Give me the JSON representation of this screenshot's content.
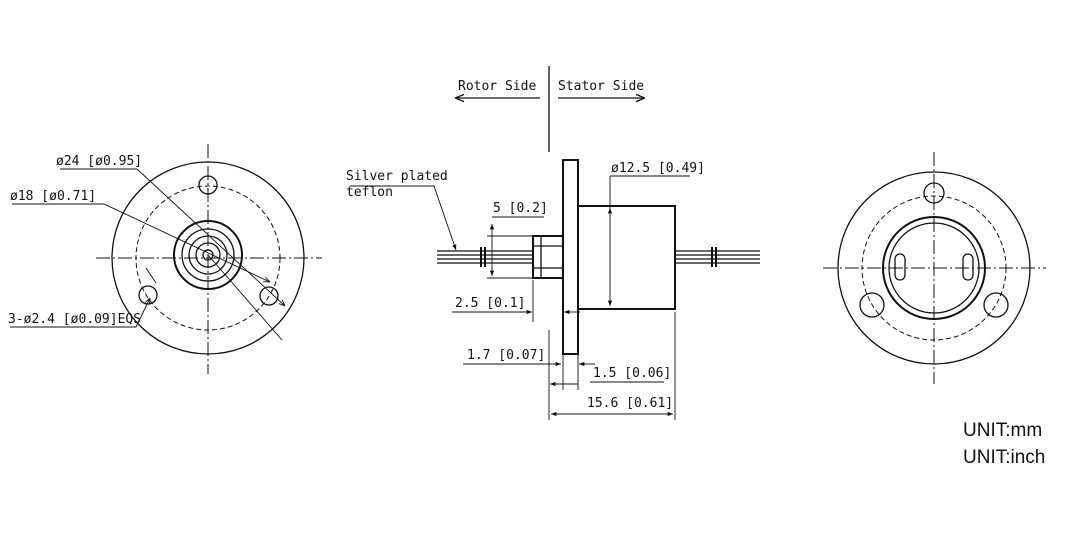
{
  "front_view": {
    "outer_diameter_label": "ø24 [ø0.95]",
    "bolt_circle_label": "ø18 [ø0.71]",
    "holes_label": "3-ø2.4 [ø0.09]EQS"
  },
  "side_view": {
    "rotor_side": "Rotor Side",
    "stator_side": "Stator Side",
    "wire_note_line1": "Silver plated",
    "wire_note_line2": "teflon",
    "body_diameter_label": "ø12.5 [0.49]",
    "shaft_length_label": "5 [0.2]",
    "flange_offset_label": "2.5 [0.1]",
    "flange_thickness_label": "1.7 [0.07]",
    "gap_label": "1.5 [0.06]",
    "total_length_label": "15.6 [0.61]"
  },
  "units": {
    "metric": "UNIT:mm",
    "imperial": "UNIT:inch"
  }
}
